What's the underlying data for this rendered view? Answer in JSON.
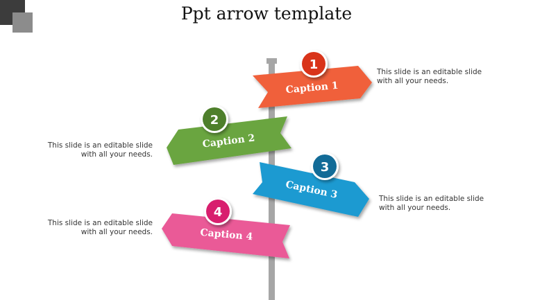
{
  "title": "Ppt arrow template",
  "colors": {
    "pole": "#a6a6a6",
    "sign1": "#f0603a",
    "badge1": "#d9341a",
    "sign2": "#6aa53f",
    "badge2": "#4e7f2b",
    "sign3": "#1b9ad1",
    "badge3": "#126b97",
    "sign4": "#ea5a97",
    "badge4": "#d81f6e"
  },
  "signs": [
    {
      "number": "1",
      "caption": "Caption 1",
      "description": "This slide is an editable slide with all your needs."
    },
    {
      "number": "2",
      "caption": "Caption 2",
      "description": "This slide is an editable slide with all your needs."
    },
    {
      "number": "3",
      "caption": "Caption 3",
      "description": "This slide is an editable slide with all your needs."
    },
    {
      "number": "4",
      "caption": "Caption 4",
      "description": "This slide is an editable slide with all your needs."
    }
  ]
}
